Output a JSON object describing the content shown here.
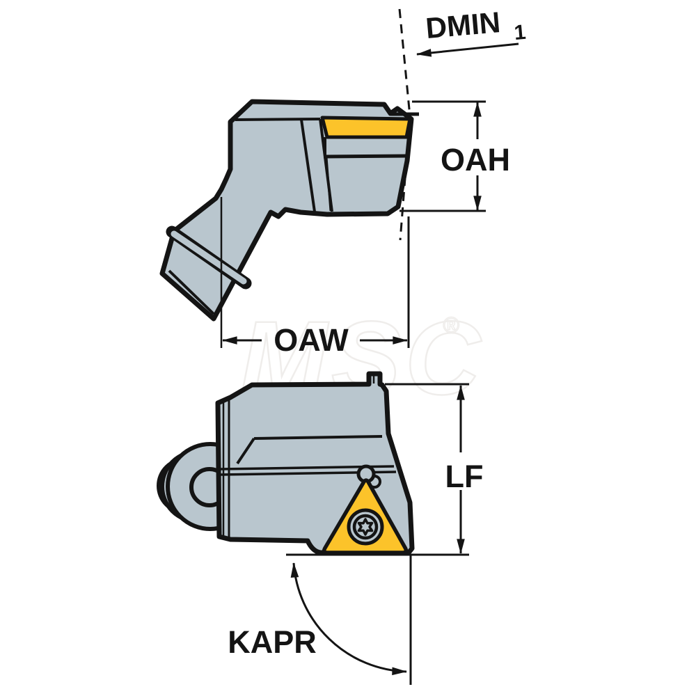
{
  "drawing": {
    "description": "Two-view dimensional line drawing of an indexable-insert turning tool holder head"
  },
  "dimension_labels": {
    "dmin": "DMIN",
    "dmin_sub": "1",
    "oah": "OAH",
    "oaw": "OAW",
    "lf": "LF",
    "kapr": "KAPR"
  },
  "watermark": {
    "text": "MSC",
    "registered": "®"
  },
  "colors": {
    "body": "#b9c6ce",
    "insert": "#fcc32a",
    "line": "#141414",
    "watermark": "#efedeb",
    "background": "#ffffff"
  }
}
